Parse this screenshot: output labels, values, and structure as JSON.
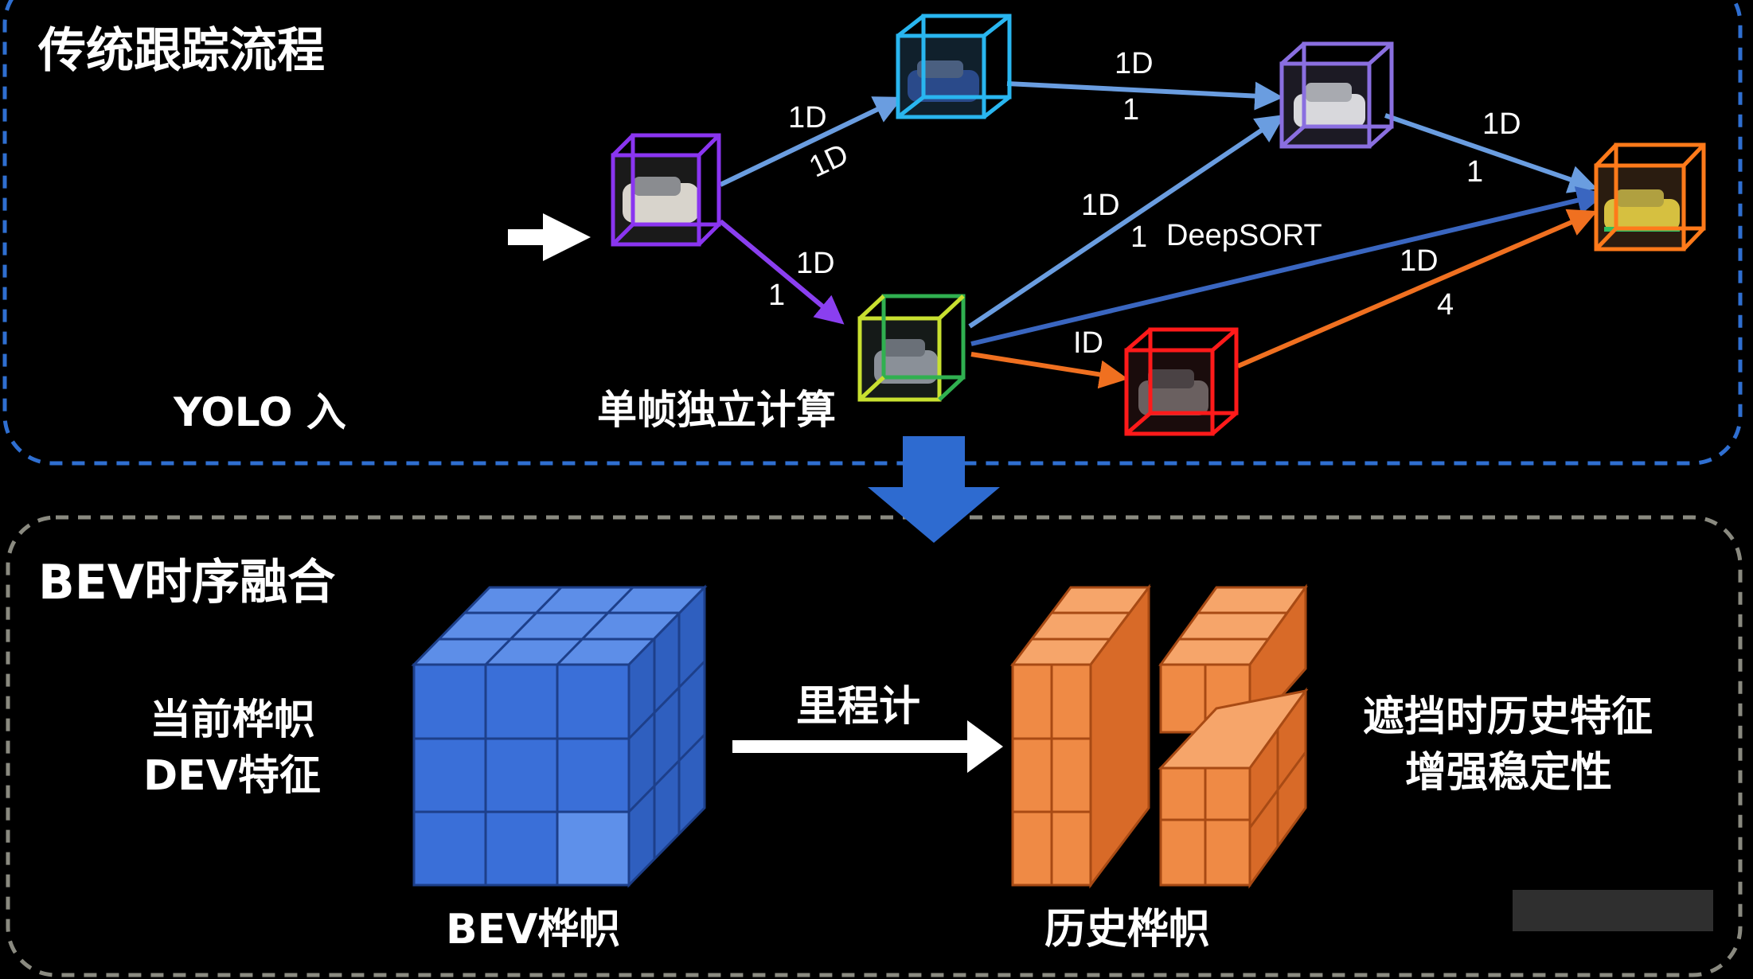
{
  "top_panel": {
    "title": "传统跟踪流程",
    "photo_caption": "YOLO 入",
    "single_frame_caption": "单帧独立计算",
    "deepsort_label": "DeepSORT",
    "edge_labels": [
      "1D",
      "1D",
      "1D",
      "1",
      "1D",
      "1",
      "1D",
      "1",
      "1D",
      "1",
      "ID",
      "1D",
      "4"
    ]
  },
  "bottom_panel": {
    "title": "BEV时序融合",
    "current_frame_text_1": "当前桦帜",
    "current_frame_text_2": "DEV特征",
    "odometer_label": "里程计",
    "bev_cube_caption": "BEV桦帜",
    "history_cube_caption": "历史桦帜",
    "occlusion_text_1": "遮挡时历史特征",
    "occlusion_text_2": "增强稳定性"
  },
  "colors": {
    "top_border": "#2f6fd1",
    "bottom_border": "#8a8a80",
    "down_arrow": "#2e6bd0",
    "blue_cube": "#3a6fd8",
    "orange_cube": "#ef8a45",
    "box_purple": "#8a35f0",
    "box_cyan": "#29b6f0",
    "box_violet": "#8a6fe0",
    "box_orange": "#ff7a1a",
    "box_yellowgreen": "#c8e030",
    "box_red": "#ff1a1a"
  },
  "icons": [
    "right-arrow-icon",
    "down-arrow-icon",
    "car-icon",
    "cube-grid-icon"
  ]
}
